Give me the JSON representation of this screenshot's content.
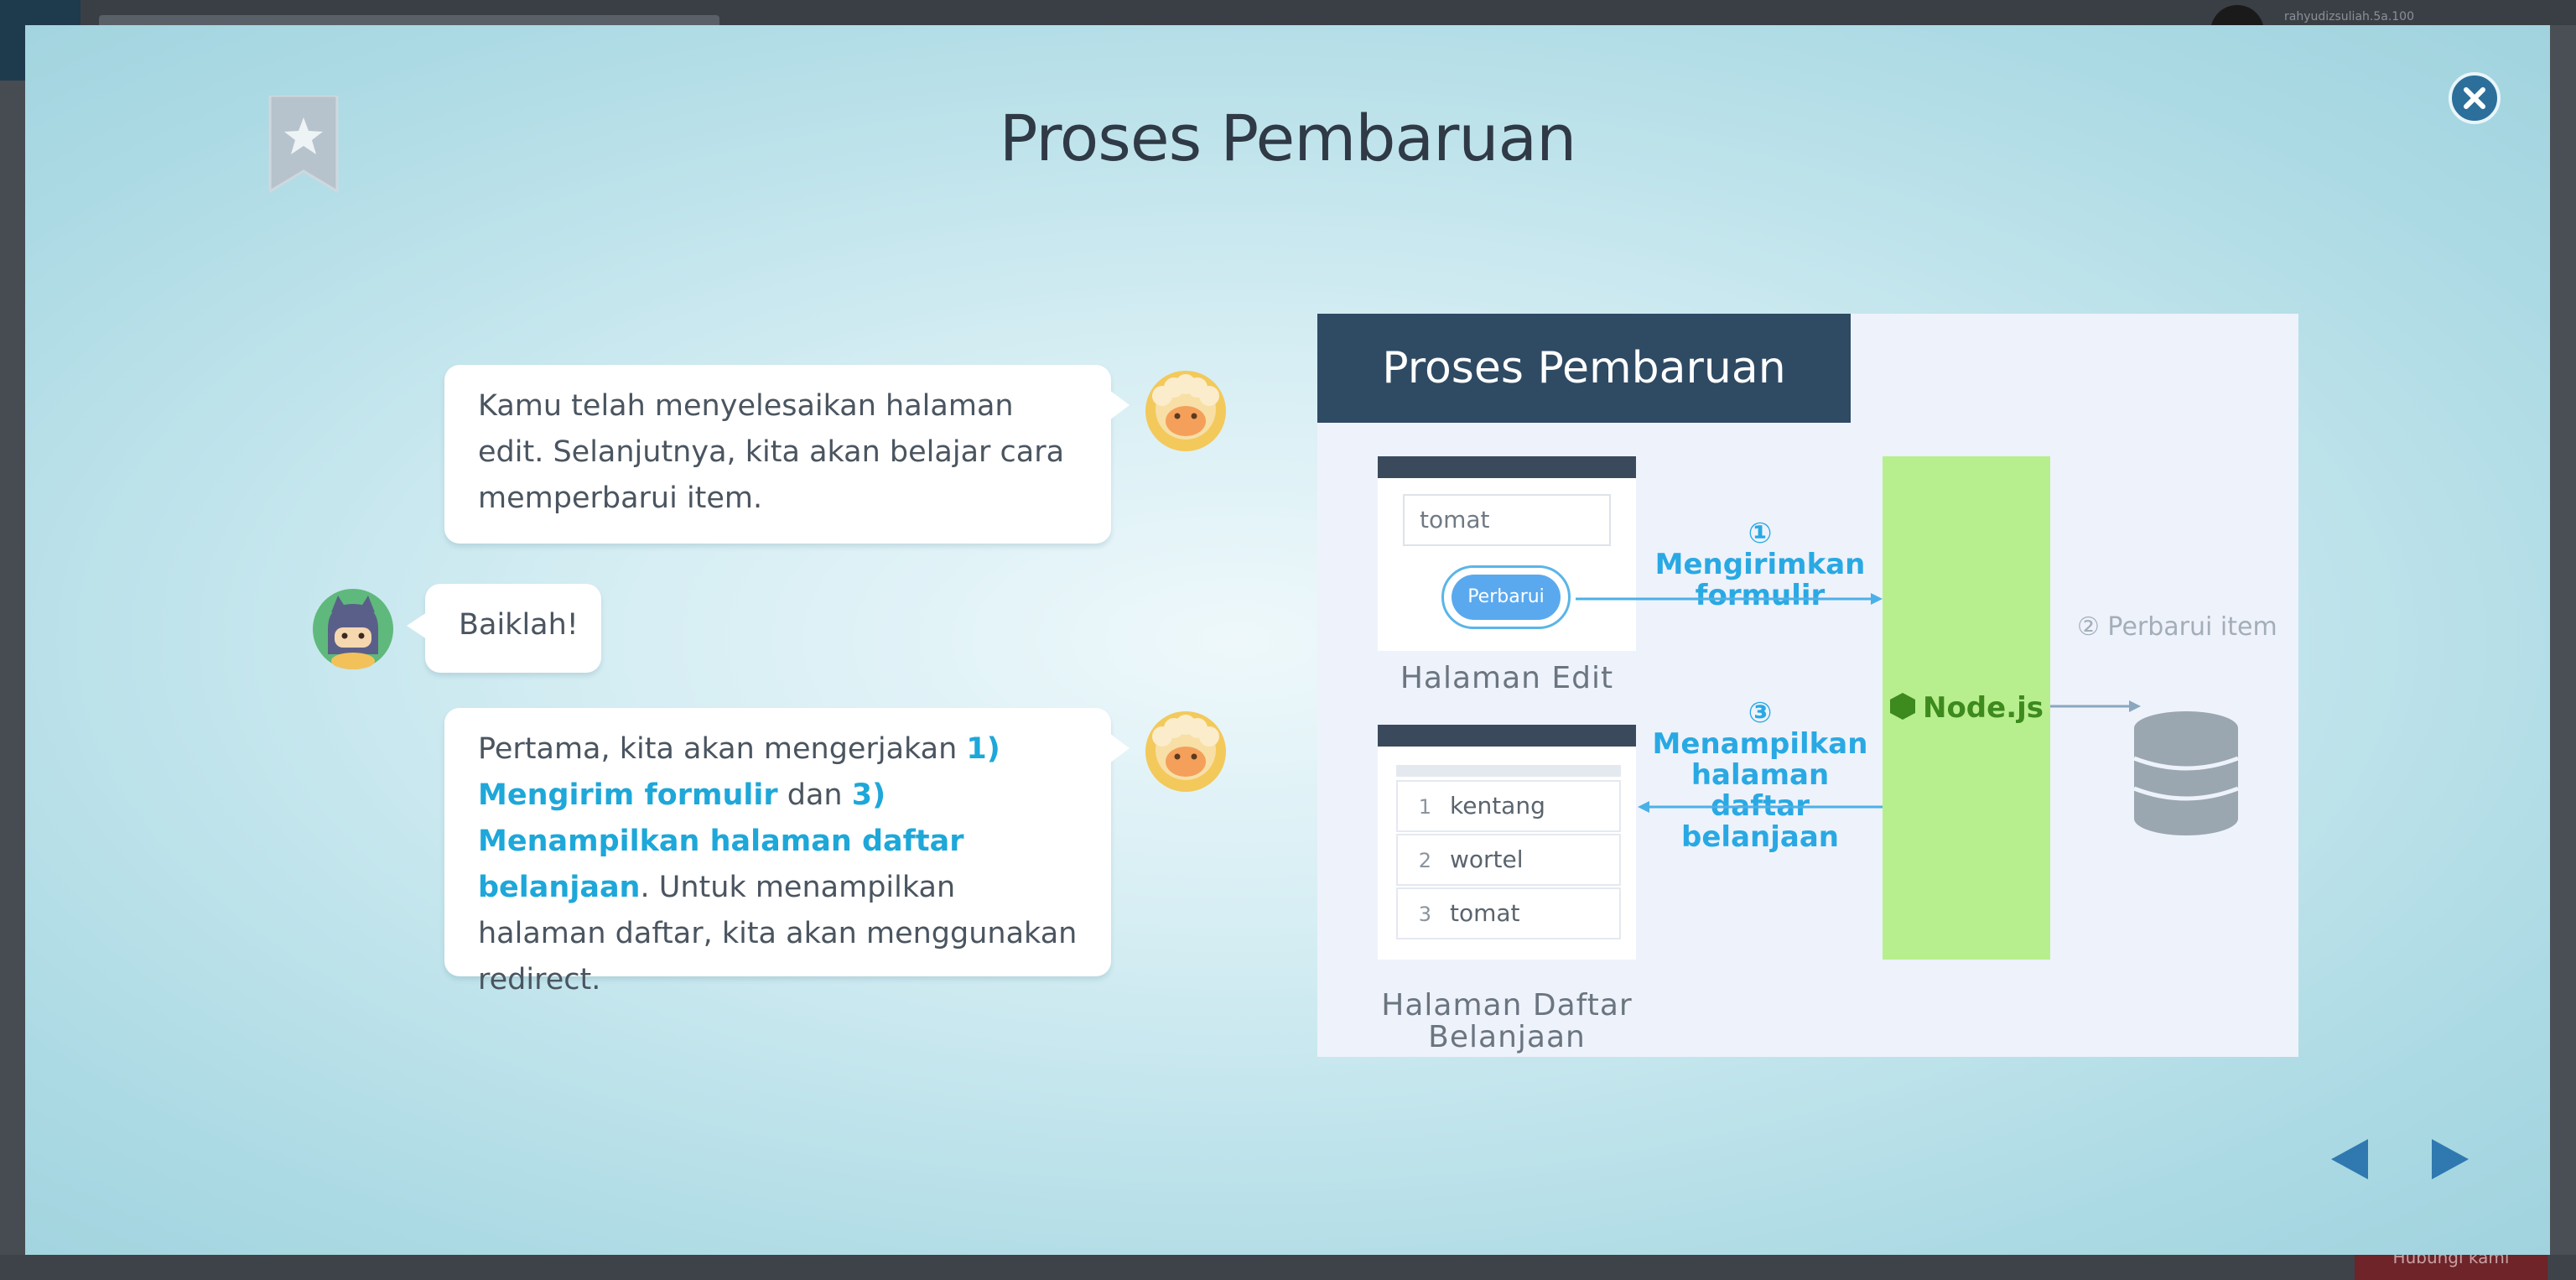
{
  "background": {
    "user_label": "rahyudizsuliah.5a.100",
    "footer_button": "Hubungi kami"
  },
  "lesson": {
    "title": "Proses Pembaruan"
  },
  "chat": [
    {
      "speaker": "sheep",
      "text": "Kamu telah menyelesaikan halaman edit. Selanjutnya, kita akan belajar cara memperbarui item."
    },
    {
      "speaker": "ninja",
      "text": "Baiklah!"
    },
    {
      "speaker": "sheep",
      "text_parts": [
        "Pertama, kita akan mengerjakan ",
        "1) Mengirim formulir",
        " dan ",
        "3) Menampilkan halaman daftar belanjaan",
        ". Untuk menampilkan halaman daftar, kita akan menggunakan redirect."
      ]
    }
  ],
  "diagram": {
    "header": "Proses Pembaruan",
    "edit_input_value": "tomat",
    "edit_button": "Perbarui",
    "edit_caption": "Halaman Edit",
    "list_items": [
      {
        "num": "1",
        "name": "kentang"
      },
      {
        "num": "2",
        "name": "wortel"
      },
      {
        "num": "3",
        "name": "tomat"
      }
    ],
    "list_caption_line1": "Halaman Daftar",
    "list_caption_line2": "Belanjaan",
    "step1_line1": "① Mengirimkan",
    "step1_line2": "formulir",
    "step2": "② Perbarui item",
    "step3_line1": "③ Menampilkan",
    "step3_line2": "halaman daftar",
    "step3_line3": "belanjaan",
    "node_label": "Node.js"
  },
  "colors": {
    "highlight": "#1ea7d9",
    "close_button": "#2c6f9a",
    "node_box": "#b8ef8e",
    "diagram_header": "#2f4a63"
  },
  "icons": {
    "bookmark": "bookmark-star-icon",
    "close": "close-icon",
    "prev": "arrow-left-icon",
    "next": "arrow-right-icon",
    "node": "nodejs-hex-icon",
    "database": "database-icon"
  }
}
